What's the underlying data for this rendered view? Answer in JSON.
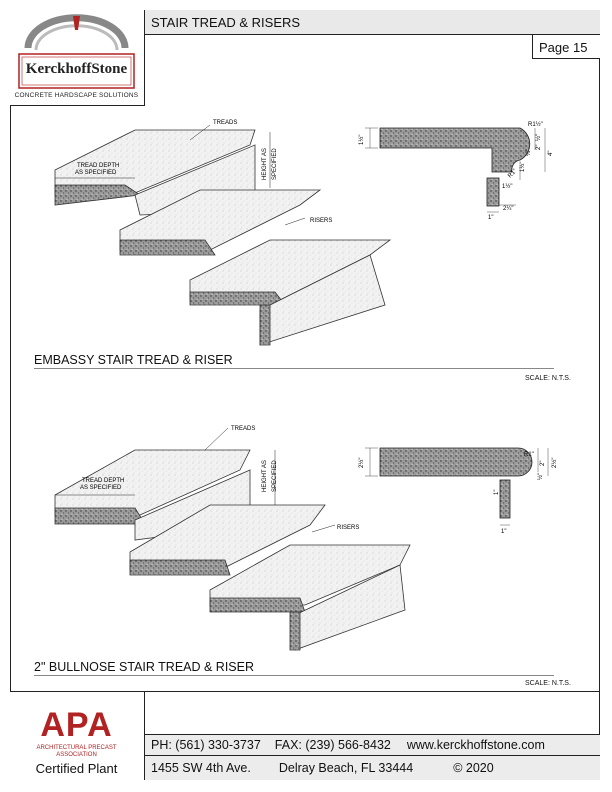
{
  "header": {
    "title": "STAIR TREAD & RISERS",
    "page": "Page 15",
    "brand": "KerckhoffStone",
    "tagline": "CONCRETE HARDSCAPE SOLUTIONS"
  },
  "drawing1": {
    "caption": "EMBASSY STAIR TREAD & RISER",
    "scale": "SCALE: N.T.S.",
    "labels": {
      "treads": "TREADS",
      "risers": "RISERS",
      "tread_depth_1": "TREAD DEPTH",
      "tread_depth_2": "AS SPECIFIED",
      "height_1": "HEIGHT AS",
      "height_2": "SPECIFIED"
    },
    "dims": {
      "left_height": "1½\"",
      "radius_top": "R1½\"",
      "d_half": "½\"",
      "d_quarter": "¼\"",
      "d_two": "2\"",
      "d_four": "4\"",
      "d_one_half_v": "1½\"",
      "radius_mid": "R1\"",
      "d_one_half_h": "1½\"",
      "d_one": "1\"",
      "d_two_quarter": "2¼\""
    }
  },
  "drawing2": {
    "caption": "2\" BULLNOSE STAIR TREAD & RISER",
    "scale": "SCALE: N.T.S.",
    "labels": {
      "treads": "TREADS",
      "risers": "RISERS",
      "tread_depth_1": "TREAD DEPTH",
      "tread_depth_2": "AS SPECIFIED",
      "height_1": "HEIGHT AS",
      "height_2": "SPECIFIED"
    },
    "dims": {
      "left_height": "2½\"",
      "radius": "R1\"",
      "d_two": "2\"",
      "d_two_half": "2½\"",
      "d_half": "½\"",
      "d_one_v": "1\"",
      "d_one_h": "1\""
    }
  },
  "footer": {
    "apa_letters": "APA",
    "apa_line1": "ARCHITECTURAL PRECAST",
    "apa_line2": "ASSOCIATION",
    "certified": "Certified Plant",
    "phone": "PH: (561) 330-3737",
    "fax": "FAX: (239) 566-8432",
    "website": "www.kerckhoffstone.com",
    "street": "1455 SW 4th Ave.",
    "city": "Delray Beach, FL  33444",
    "copyright": "©  2020"
  }
}
